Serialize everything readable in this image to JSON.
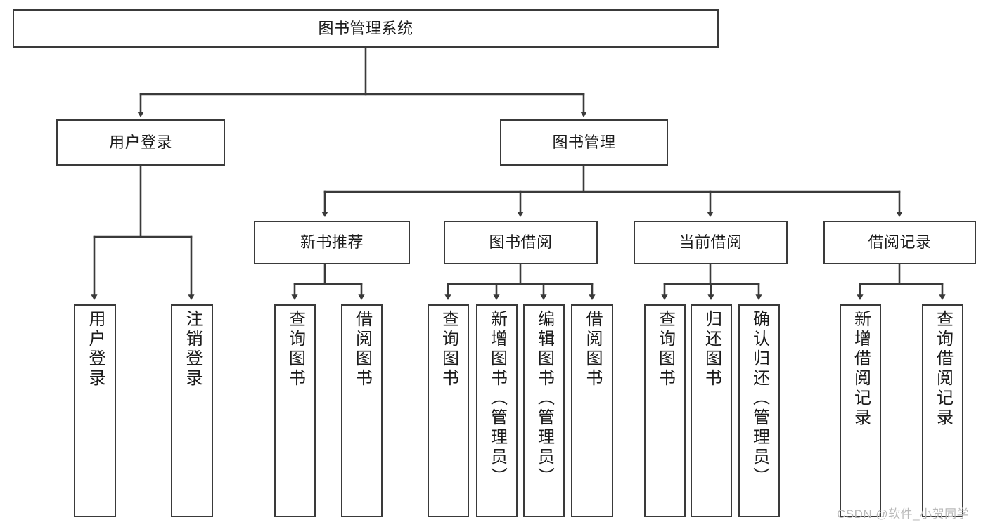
{
  "diagram": {
    "title": "图书管理系统",
    "type": "tree-hierarchy-chart",
    "root": {
      "label": "图书管理系统"
    },
    "level2": [
      {
        "label": "用户登录"
      },
      {
        "label": "图书管理"
      }
    ],
    "level3": [
      {
        "label": "新书推荐"
      },
      {
        "label": "图书借阅"
      },
      {
        "label": "当前借阅"
      },
      {
        "label": "借阅记录"
      }
    ],
    "leaves": {
      "user_login": [
        {
          "label": "用户登录"
        },
        {
          "label": "注销登录"
        }
      ],
      "new_book_recommend": [
        {
          "label": "查询图书"
        },
        {
          "label": "借阅图书"
        }
      ],
      "book_borrow": [
        {
          "label": "查询图书"
        },
        {
          "label": "新增图书（管理员）"
        },
        {
          "label": "编辑图书（管理员）"
        },
        {
          "label": "借阅图书"
        }
      ],
      "current_borrow": [
        {
          "label": "查询图书"
        },
        {
          "label": "归还图书"
        },
        {
          "label": "确认归还（管理员）"
        }
      ],
      "borrow_record": [
        {
          "label": "新增借阅记录"
        },
        {
          "label": "查询借阅记录"
        }
      ]
    },
    "watermark": "CSDN @软件_小贺同学",
    "colors": {
      "stroke": "#3a3a3a",
      "fill": "#ffffff",
      "text": "#1b1b1b",
      "watermark": "#b9b9b9"
    }
  }
}
